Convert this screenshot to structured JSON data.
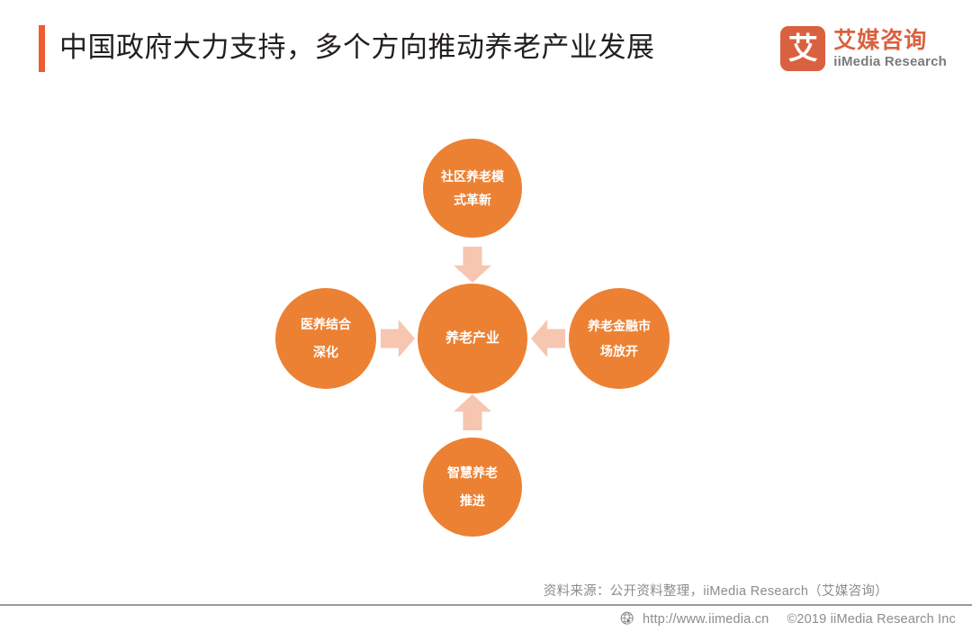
{
  "header": {
    "title": "中国政府大力支持，多个方向推动养老产业发展",
    "accent_color": "#ED5C2F",
    "logo": {
      "mark_char": "艾",
      "name_cn": "艾媒咨询",
      "name_en": "iiMedia Research",
      "color": "#D9613F"
    }
  },
  "diagram": {
    "node_color": "#EC8133",
    "arrow_color": "#F6C6B0",
    "center": {
      "name": "center-node",
      "lines": [
        "养老产业"
      ]
    },
    "nodes": [
      {
        "name": "top-node",
        "position": "top",
        "lines": [
          "社区养老模",
          "式革新"
        ],
        "arrow": "arrow-down"
      },
      {
        "name": "left-node",
        "position": "left",
        "lines": [
          "医养结合",
          "深化"
        ],
        "arrow": "arrow-right"
      },
      {
        "name": "right-node",
        "position": "right",
        "lines": [
          "养老金融市",
          "场放开"
        ],
        "arrow": "arrow-left"
      },
      {
        "name": "bottom-node",
        "position": "bottom",
        "lines": [
          "智慧养老",
          "推进"
        ],
        "arrow": "arrow-up"
      }
    ]
  },
  "source_note": "资料来源：公开资料整理，iiMedia Research（艾媒咨询）",
  "footer": {
    "icon": "globe-cursor-icon",
    "url": "http://www.iimedia.cn",
    "copyright": "©2019  iiMedia Research Inc"
  }
}
